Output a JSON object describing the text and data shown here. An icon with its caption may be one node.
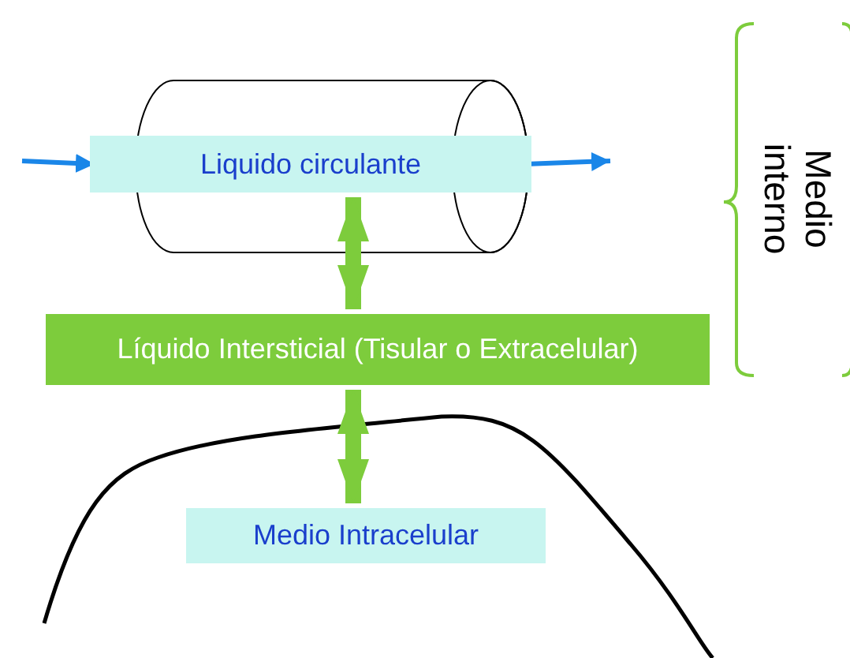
{
  "diagram": {
    "nodes": [
      {
        "text": [
          "Liquido circulante"
        ]
      },
      {
        "text": [
          "Líquido Intersticial (Tisular o Extracelular)"
        ]
      },
      {
        "text": [
          "Medio Intracelular"
        ]
      }
    ],
    "edges": [
      {
        "from": null,
        "to": 0,
        "arrow": "to",
        "color": "#1a86e8"
      },
      {
        "from": 0,
        "to": null,
        "arrow": "to",
        "color": "#1a86e8"
      },
      {
        "from": 0,
        "to": 1,
        "arrow": "both",
        "style": "thick",
        "color": "#7dcc3c"
      },
      {
        "from": 1,
        "to": 2,
        "arrow": "both",
        "style": "thick",
        "color": "#7dcc3c"
      }
    ],
    "labels": [
      "Medio interno"
    ]
  }
}
